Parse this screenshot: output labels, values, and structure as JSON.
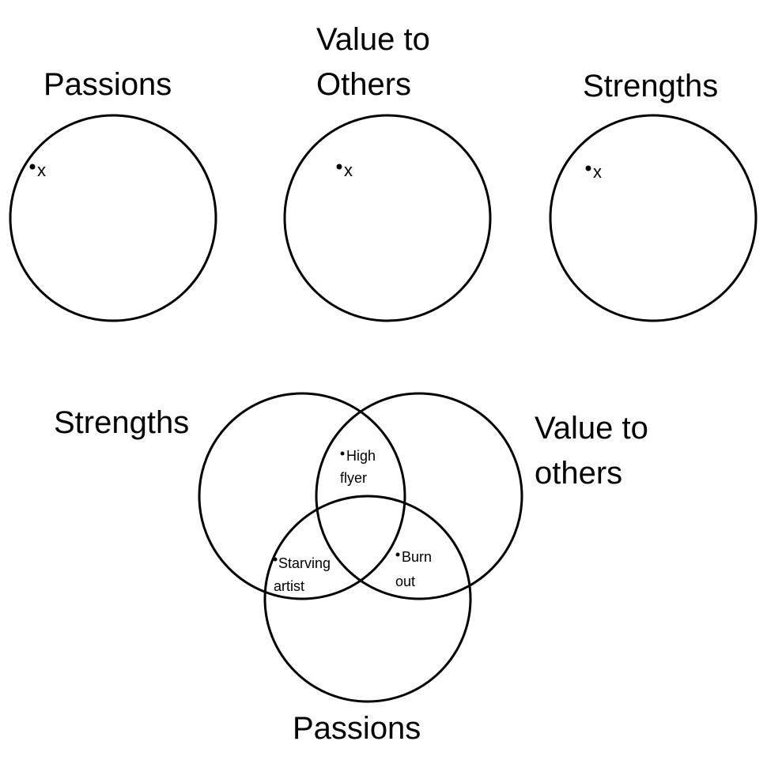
{
  "top_row": [
    {
      "title_lines": [
        "Passions"
      ],
      "marker": "x"
    },
    {
      "title_lines": [
        "Value to",
        "Others"
      ],
      "marker": "x"
    },
    {
      "title_lines": [
        "Strengths"
      ],
      "marker": "x"
    }
  ],
  "venn": {
    "labels": {
      "strengths": "Strengths",
      "value_line1": "Value to",
      "value_line2": "others",
      "passions": "Passions"
    },
    "regions": {
      "high_flyer_1": "High",
      "high_flyer_2": "flyer",
      "starving_1": "Starving",
      "starving_2": "artist",
      "burn_1": "Burn",
      "burn_2": "out"
    }
  }
}
